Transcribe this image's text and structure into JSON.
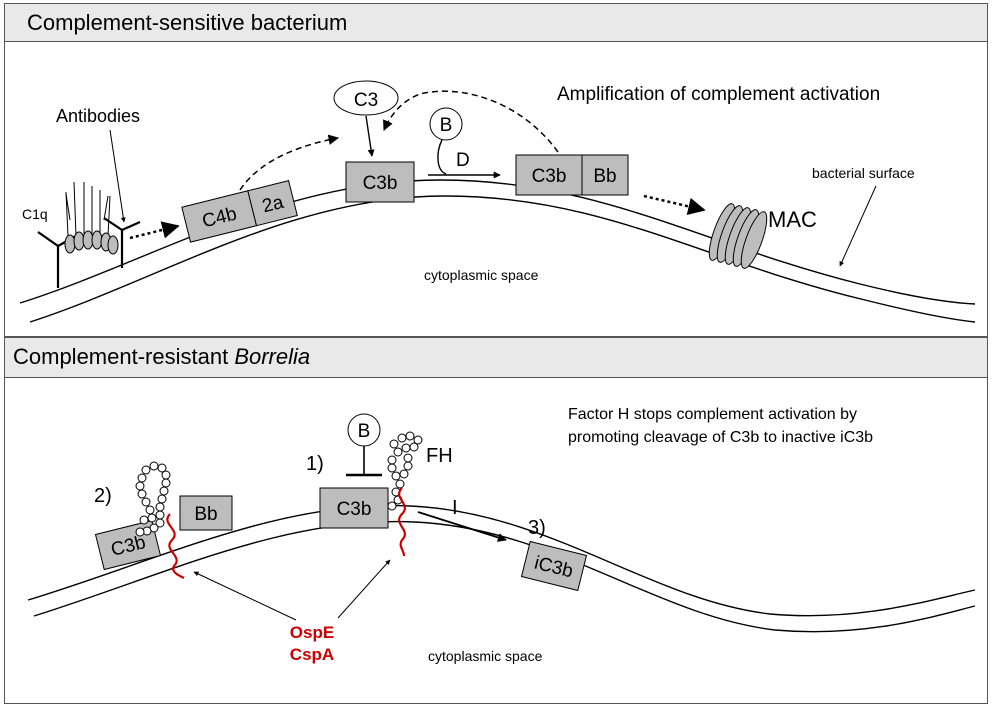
{
  "panels": {
    "top": {
      "title": "Complement-sensitive bacterium",
      "labels": {
        "antibodies": "Antibodies",
        "c1q": "C1q",
        "c3": "C3",
        "b": "B",
        "d": "D",
        "amplification": "Amplification of complement activation",
        "bacterial_surface": "bacterial surface",
        "cytoplasmic_space": "cytoplasmic space",
        "mac": "MAC"
      },
      "boxes": {
        "c4b": "C4b",
        "c2a": "2a",
        "c3b_center": "C3b",
        "c3b_right": "C3b",
        "bb": "Bb"
      }
    },
    "bottom": {
      "title_plain": "Complement-resistant ",
      "title_italic": "Borrelia",
      "labels": {
        "factor_h_line1": "Factor H stops complement activation by",
        "factor_h_line2": "promoting cleavage of C3b to inactive iC3b",
        "step1": "1)",
        "step2": "2)",
        "step3": "3)",
        "fh": "FH",
        "b": "B",
        "i": "I",
        "ospe": "OspE",
        "cspa": "CspA",
        "cytoplasmic_space": "cytoplasmic space"
      },
      "boxes": {
        "c3b_left": "C3b",
        "bb": "Bb",
        "c3b_center": "C3b",
        "ic3b": "iC3b"
      }
    }
  },
  "colors": {
    "box_fill": "#bdbdbd",
    "header_fill": "#e9e9e9",
    "protein_red": "#cc0000"
  }
}
